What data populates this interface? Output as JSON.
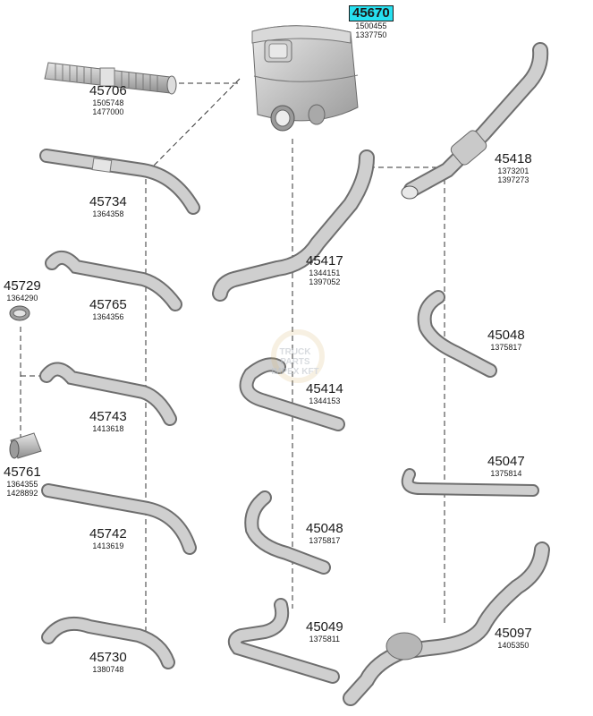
{
  "parts": [
    {
      "id": "p45670",
      "number": "45670",
      "refs": [
        "1500455",
        "1337750"
      ],
      "highlight": true
    },
    {
      "id": "p45706",
      "number": "45706",
      "refs": [
        "1505748",
        "1477000"
      ]
    },
    {
      "id": "p45734",
      "number": "45734",
      "refs": [
        "1364358"
      ]
    },
    {
      "id": "p45729",
      "number": "45729",
      "refs": [
        "1364290"
      ]
    },
    {
      "id": "p45765",
      "number": "45765",
      "refs": [
        "1364356"
      ]
    },
    {
      "id": "p45743",
      "number": "45743",
      "refs": [
        "1413618"
      ]
    },
    {
      "id": "p45761",
      "number": "45761",
      "refs": [
        "1364355",
        "1428892"
      ]
    },
    {
      "id": "p45742",
      "number": "45742",
      "refs": [
        "1413619"
      ]
    },
    {
      "id": "p45730",
      "number": "45730",
      "refs": [
        "1380748"
      ]
    },
    {
      "id": "p45417",
      "number": "45417",
      "refs": [
        "1344151",
        "1397052"
      ]
    },
    {
      "id": "p45414",
      "number": "45414",
      "refs": [
        "1344153"
      ]
    },
    {
      "id": "p45048a",
      "number": "45048",
      "refs": [
        "1375817"
      ]
    },
    {
      "id": "p45049",
      "number": "45049",
      "refs": [
        "1375811"
      ]
    },
    {
      "id": "p45418",
      "number": "45418",
      "refs": [
        "1373201",
        "1397273"
      ]
    },
    {
      "id": "p45048b",
      "number": "45048",
      "refs": [
        "1375817"
      ]
    },
    {
      "id": "p45047",
      "number": "45047",
      "refs": [
        "1375814"
      ]
    },
    {
      "id": "p45097",
      "number": "45097",
      "refs": [
        "1405350"
      ]
    }
  ],
  "watermark": {
    "line1": "TRUCK PARTS",
    "line2": "IMPEX KFT"
  },
  "colors": {
    "metal": "#b4b4b4",
    "metal_dark": "#8a8a8a",
    "highlight": "#27e0f0",
    "leader": "#333333"
  }
}
